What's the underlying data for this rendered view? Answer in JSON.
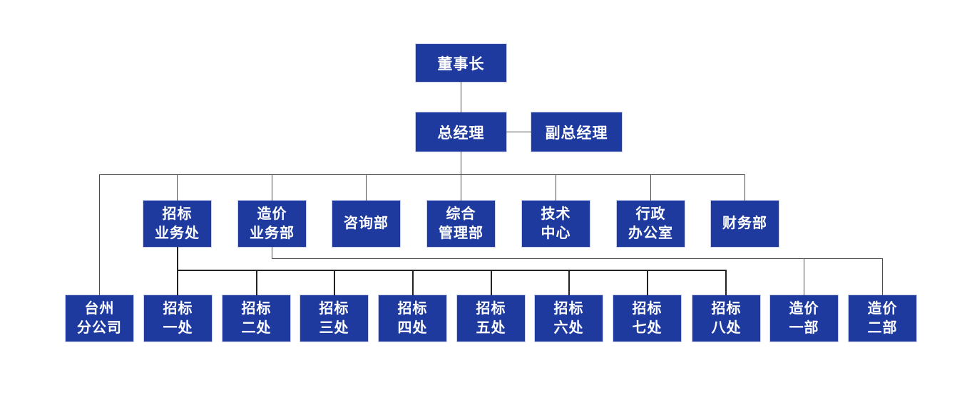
{
  "page": {
    "background": "#ffffff"
  },
  "colors": {
    "node_bg": "#1e3a9e",
    "node_text": "#ffffff",
    "connector": "#4d4d4d",
    "connector_dark": "#222222"
  },
  "org_chart": {
    "type": "organization-chart",
    "nodes": [
      {
        "id": "chairman",
        "label": "董事长",
        "lines": [
          "董事长"
        ],
        "parent": null
      },
      {
        "id": "general-manager",
        "label": "总经理",
        "lines": [
          "总经理"
        ],
        "parent": "chairman"
      },
      {
        "id": "deputy-general-manager",
        "label": "副总经理",
        "lines": [
          "副总经理"
        ],
        "parent": "general-manager"
      },
      {
        "id": "bidding-business-office",
        "label": "招标业务处",
        "lines": [
          "招标",
          "业务处"
        ],
        "parent": "general-manager"
      },
      {
        "id": "cost-business-dept",
        "label": "造价业务部",
        "lines": [
          "造价",
          "业务部"
        ],
        "parent": "general-manager"
      },
      {
        "id": "consulting-dept",
        "label": "咨询部",
        "lines": [
          "咨询部"
        ],
        "parent": "general-manager"
      },
      {
        "id": "general-management-dept",
        "label": "综合管理部",
        "lines": [
          "综合",
          "管理部"
        ],
        "parent": "general-manager"
      },
      {
        "id": "technology-center",
        "label": "技术中心",
        "lines": [
          "技术",
          "中心"
        ],
        "parent": "general-manager"
      },
      {
        "id": "administrative-office",
        "label": "行政办公室",
        "lines": [
          "行政",
          "办公室"
        ],
        "parent": "general-manager"
      },
      {
        "id": "finance-dept",
        "label": "财务部",
        "lines": [
          "财务部"
        ],
        "parent": "general-manager"
      },
      {
        "id": "taizhou-branch",
        "label": "台州分公司",
        "lines": [
          "台州",
          "分公司"
        ],
        "parent": "general-manager"
      },
      {
        "id": "bidding-office-1",
        "label": "招标一处",
        "lines": [
          "招标",
          "一处"
        ],
        "parent": "bidding-business-office"
      },
      {
        "id": "bidding-office-2",
        "label": "招标二处",
        "lines": [
          "招标",
          "二处"
        ],
        "parent": "bidding-business-office"
      },
      {
        "id": "bidding-office-3",
        "label": "招标三处",
        "lines": [
          "招标",
          "三处"
        ],
        "parent": "bidding-business-office"
      },
      {
        "id": "bidding-office-4",
        "label": "招标四处",
        "lines": [
          "招标",
          "四处"
        ],
        "parent": "bidding-business-office"
      },
      {
        "id": "bidding-office-5",
        "label": "招标五处",
        "lines": [
          "招标",
          "五处"
        ],
        "parent": "bidding-business-office"
      },
      {
        "id": "bidding-office-6",
        "label": "招标六处",
        "lines": [
          "招标",
          "六处"
        ],
        "parent": "bidding-business-office"
      },
      {
        "id": "bidding-office-7",
        "label": "招标七处",
        "lines": [
          "招标",
          "七处"
        ],
        "parent": "bidding-business-office"
      },
      {
        "id": "bidding-office-8",
        "label": "招标八处",
        "lines": [
          "招标",
          "八处"
        ],
        "parent": "bidding-business-office"
      },
      {
        "id": "cost-dept-1",
        "label": "造价一部",
        "lines": [
          "造价",
          "一部"
        ],
        "parent": "cost-business-dept"
      },
      {
        "id": "cost-dept-2",
        "label": "造价二部",
        "lines": [
          "造价",
          "二部"
        ],
        "parent": "cost-business-dept"
      }
    ]
  }
}
